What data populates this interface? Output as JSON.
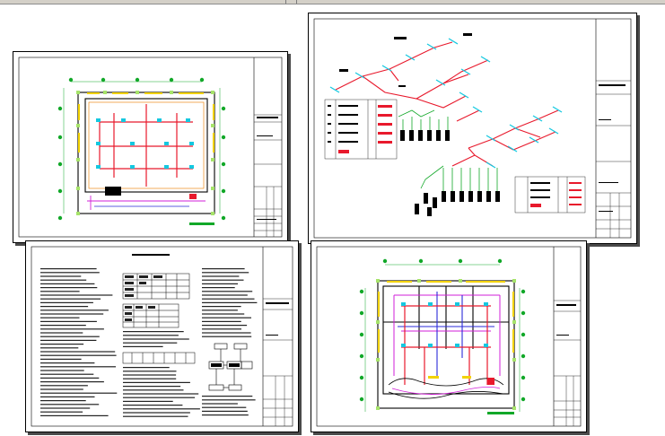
{
  "viewer": {
    "title": "",
    "sheet_count": 4
  },
  "sheets": [
    {
      "id": "sheet-1",
      "kind": "floor-plan",
      "title": "",
      "drawing_no": ""
    },
    {
      "id": "sheet-2",
      "kind": "isometric-system",
      "title": "",
      "drawing_no": ""
    },
    {
      "id": "sheet-3",
      "kind": "design-notes",
      "title": "",
      "drawing_no": ""
    },
    {
      "id": "sheet-4",
      "kind": "floor-plan",
      "title": "",
      "drawing_no": ""
    }
  ],
  "colors": {
    "frame": "#000000",
    "wall": "#000000",
    "pipe_red": "#e8192c",
    "pipe_magenta": "#d21fd8",
    "pipe_blue": "#2a2ad8",
    "fixture_cyan": "#14c8e0",
    "axis_green": "#11a828",
    "column_green": "#a6e36a",
    "window_yellow": "#f2d200",
    "title_block": "#000000"
  }
}
